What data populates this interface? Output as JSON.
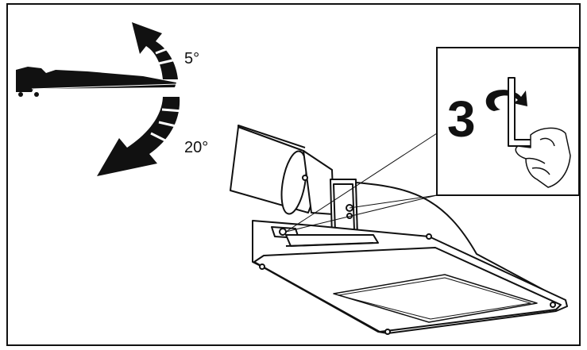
{
  "labels": {
    "tilt_up": "5°",
    "tilt_down": "20°",
    "step": "3"
  },
  "colors": {
    "ink": "#111111",
    "background": "#ffffff"
  },
  "icons": {
    "up_arrow": "curved-arrow-up-icon",
    "down_arrow": "curved-arrow-down-icon",
    "rotate": "rotate-clockwise-icon",
    "hex_key": "hex-key-icon"
  }
}
